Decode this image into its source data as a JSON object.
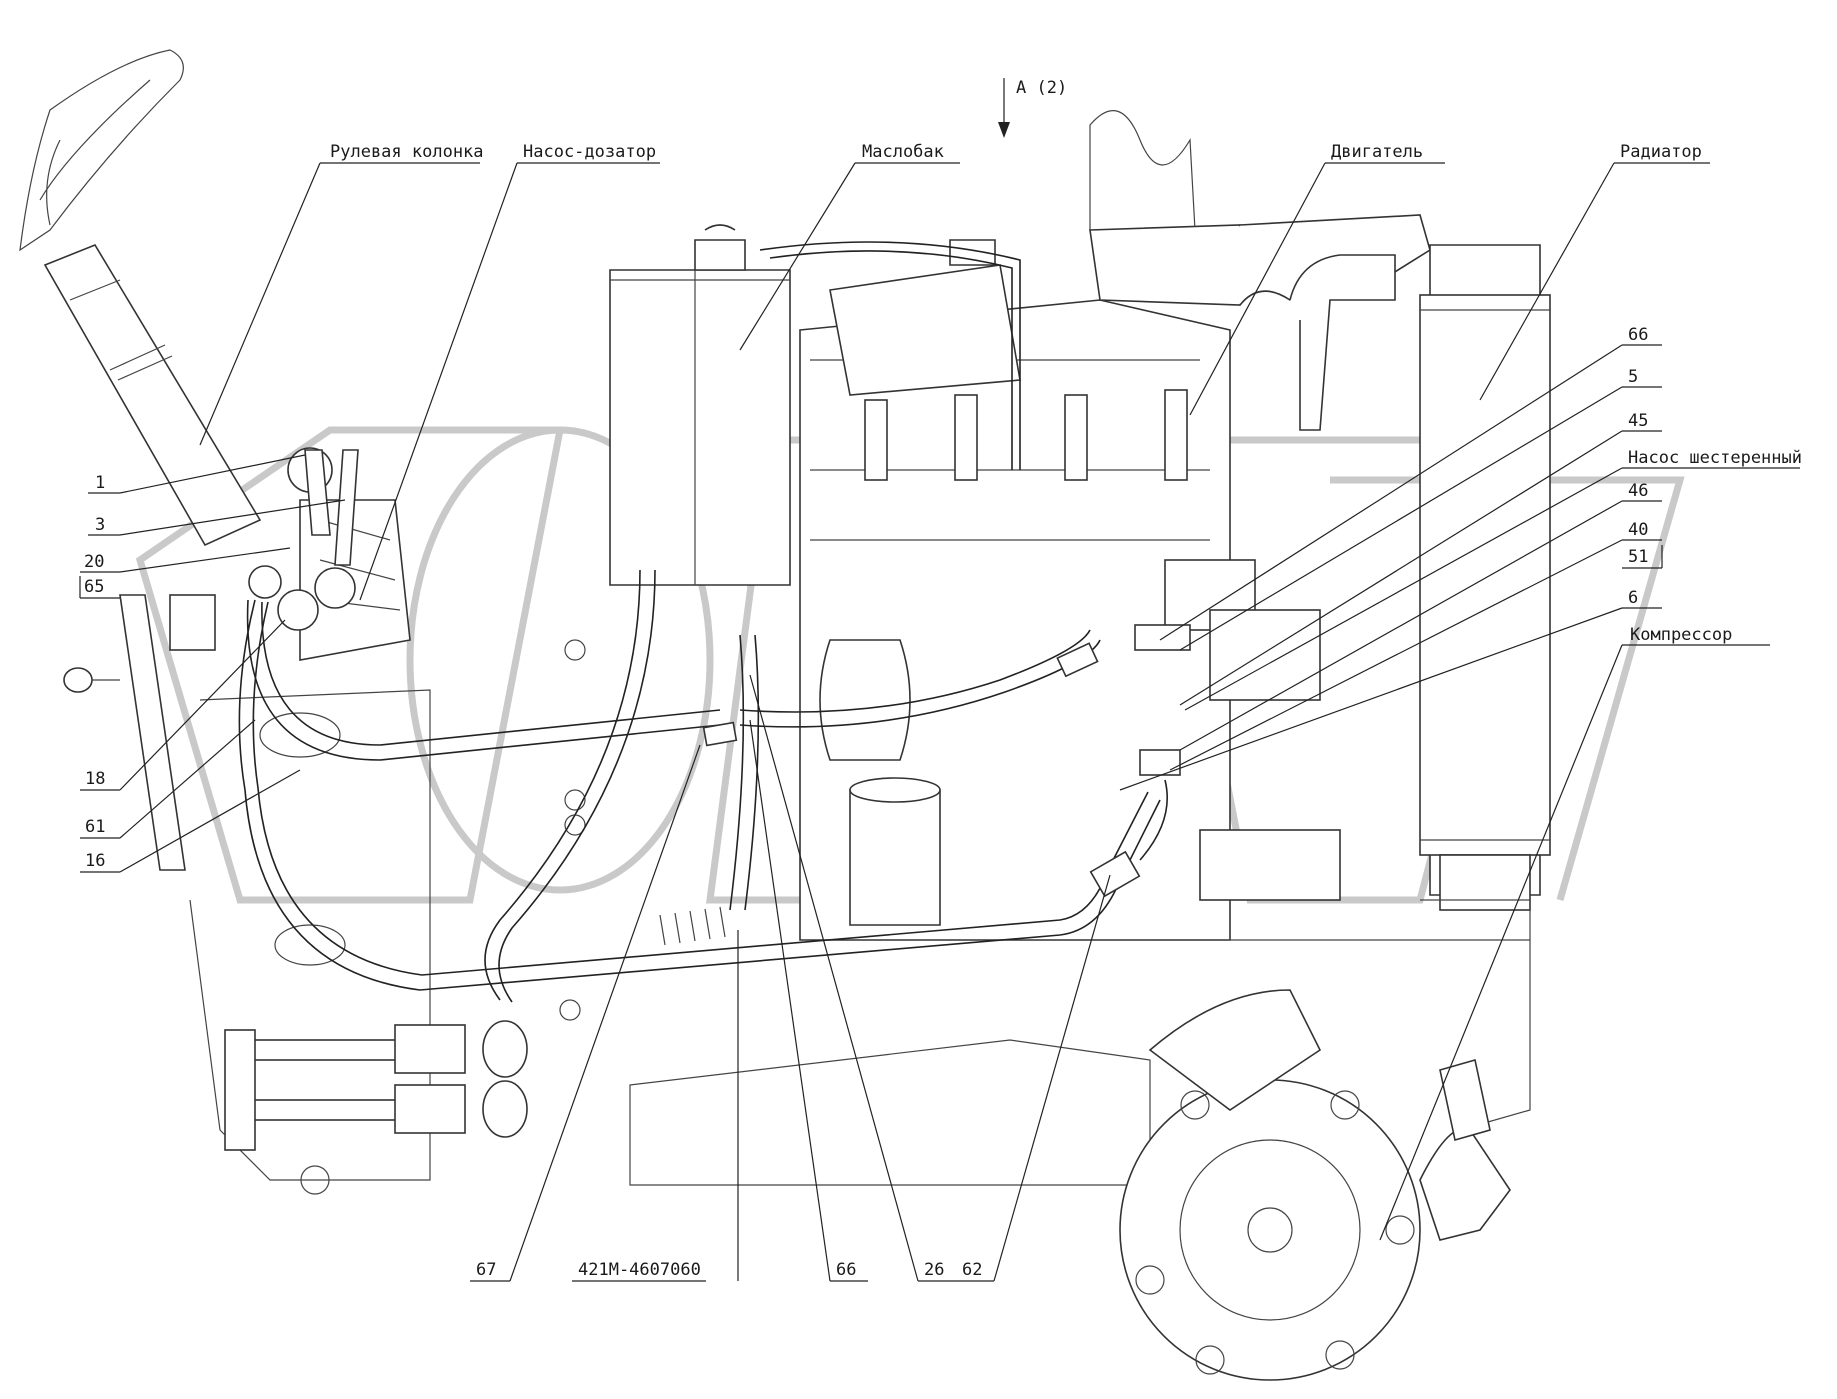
{
  "view": {
    "marker": "A (2)"
  },
  "labels": {
    "steering_column": "Рулевая колонка",
    "metering_pump": "Насос-дозатор",
    "oil_tank": "Маслобак",
    "engine": "Двигатель",
    "radiator": "Радиатор",
    "gear_pump": "Насос шестеренный",
    "compressor": "Компрессор",
    "part_421m": "421М-4607060"
  },
  "callouts": {
    "c1": "1",
    "c3": "3",
    "c20": "20",
    "c65": "65",
    "c18": "18",
    "c61": "61",
    "c16": "16",
    "c66_top": "66",
    "c5": "5",
    "c45": "45",
    "c46": "46",
    "c40": "40",
    "c51": "51",
    "c6": "6",
    "c67": "67",
    "c66_bottom": "66",
    "c26": "26",
    "c62": "62"
  }
}
